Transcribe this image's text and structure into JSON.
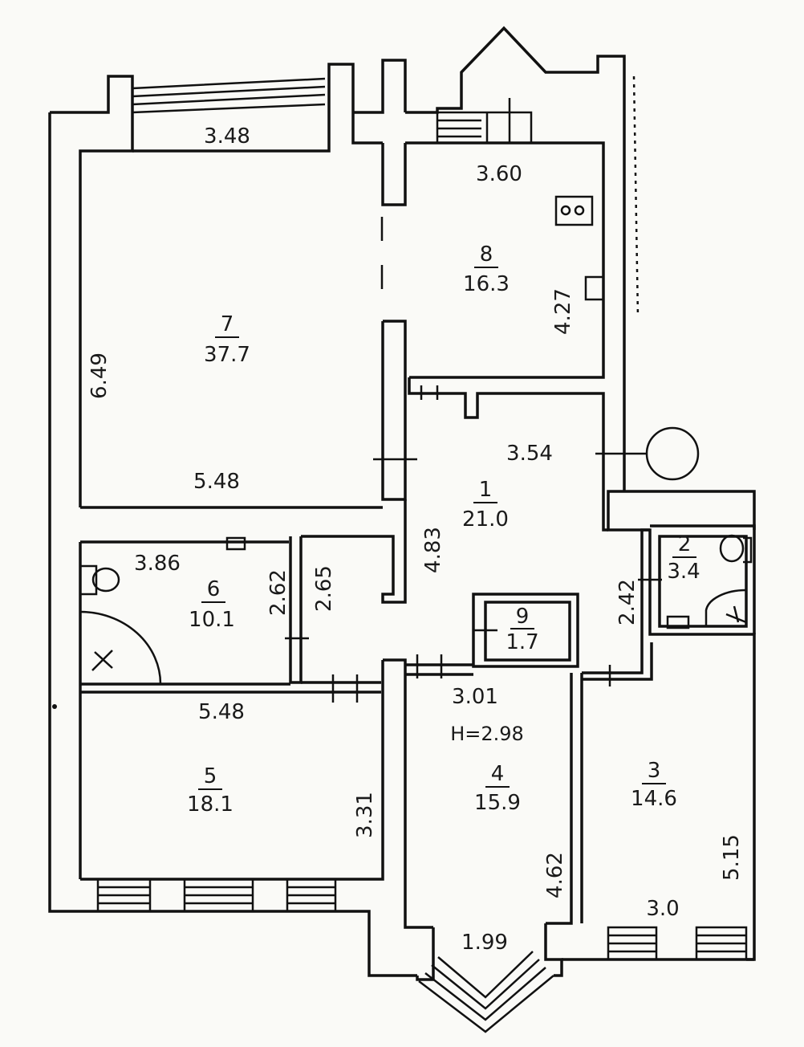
{
  "rooms": [
    {
      "id": "r7",
      "number": "7",
      "area": "37.7"
    },
    {
      "id": "r8",
      "number": "8",
      "area": "16.3"
    },
    {
      "id": "r1",
      "number": "1",
      "area": "21.0"
    },
    {
      "id": "r2",
      "number": "2",
      "area": "3.4"
    },
    {
      "id": "r6",
      "number": "6",
      "area": "10.1"
    },
    {
      "id": "r9",
      "number": "9",
      "area": "1.7"
    },
    {
      "id": "r5",
      "number": "5",
      "area": "18.1"
    },
    {
      "id": "r4",
      "number": "4",
      "area": "15.9"
    },
    {
      "id": "r3",
      "number": "3",
      "area": "14.6"
    }
  ],
  "dimensions": {
    "r7_top": "3.48",
    "r7_left": "6.49",
    "r7_bottom": "5.48",
    "r8_top": "3.60",
    "r8_right": "4.27",
    "r1_top": "3.54",
    "r1_left": "4.83",
    "r1_right": "2.42",
    "r6_top": "3.86",
    "r6_right": "2.62",
    "corridor_left": "2.65",
    "r5_top": "5.48",
    "r5_right": "3.31",
    "r4_top": "3.01",
    "r4_right": "4.62",
    "r4_bay": "1.99",
    "r3_bottom": "3.0",
    "r3_right": "5.15"
  },
  "ceiling_height": "H=2.98"
}
